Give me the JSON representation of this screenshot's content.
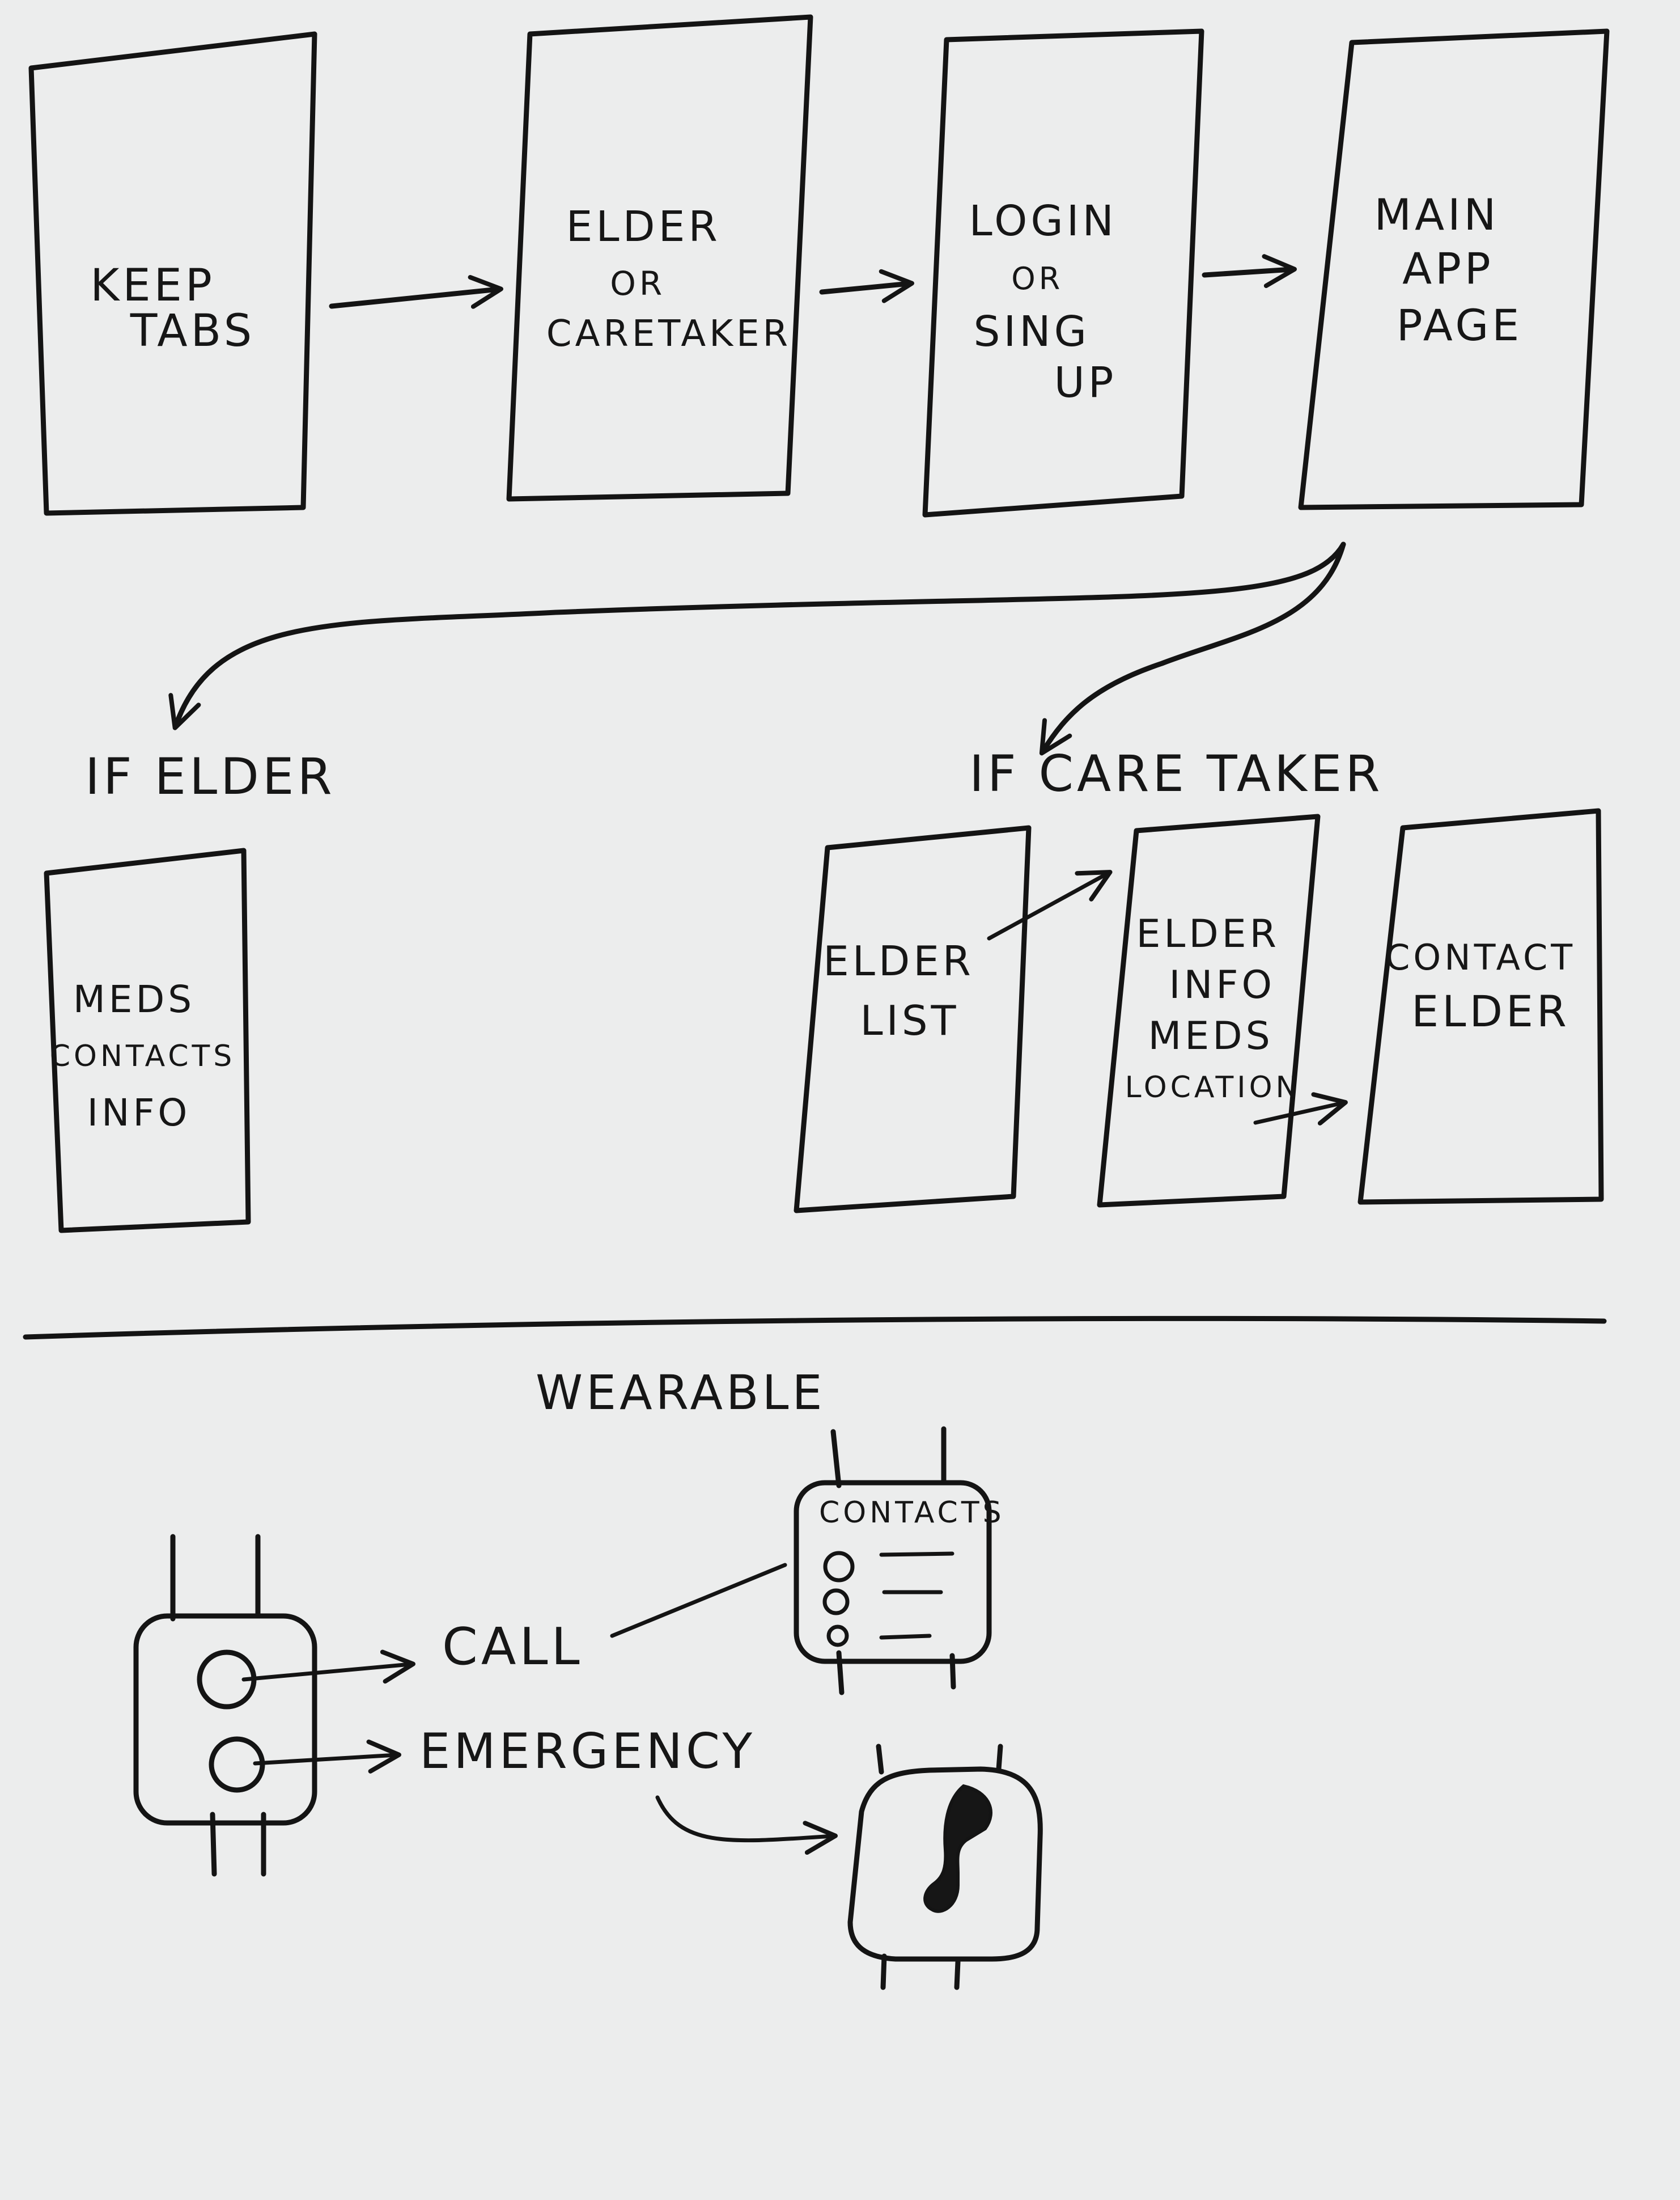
{
  "top_flow": {
    "screen_1": [
      "KEEP",
      "TABS"
    ],
    "screen_2": [
      "ELDER",
      "OR",
      "CARETAKER"
    ],
    "screen_3": [
      "LOGIN",
      "OR",
      "SING",
      "UP"
    ],
    "screen_4": [
      "MAIN",
      "APP",
      "PAGE"
    ]
  },
  "branches": {
    "elder_label": "IF ELDER",
    "caretaker_label": "IF CARE TAKER"
  },
  "elder_branch": {
    "screen": [
      "MEDS",
      "CONTACTS",
      "INFO"
    ]
  },
  "caretaker_branch": {
    "screen_1": [
      "ELDER",
      "LIST"
    ],
    "screen_2": [
      "ELDER",
      "INFO",
      "MEDS",
      "LOCATION"
    ],
    "screen_3": [
      "CONTACT",
      "ELDER"
    ]
  },
  "wearable": {
    "title": "WEARABLE",
    "call_label": "CALL",
    "emergency_label": "EMERGENCY",
    "contacts_screen_title": "CONTACTS"
  }
}
